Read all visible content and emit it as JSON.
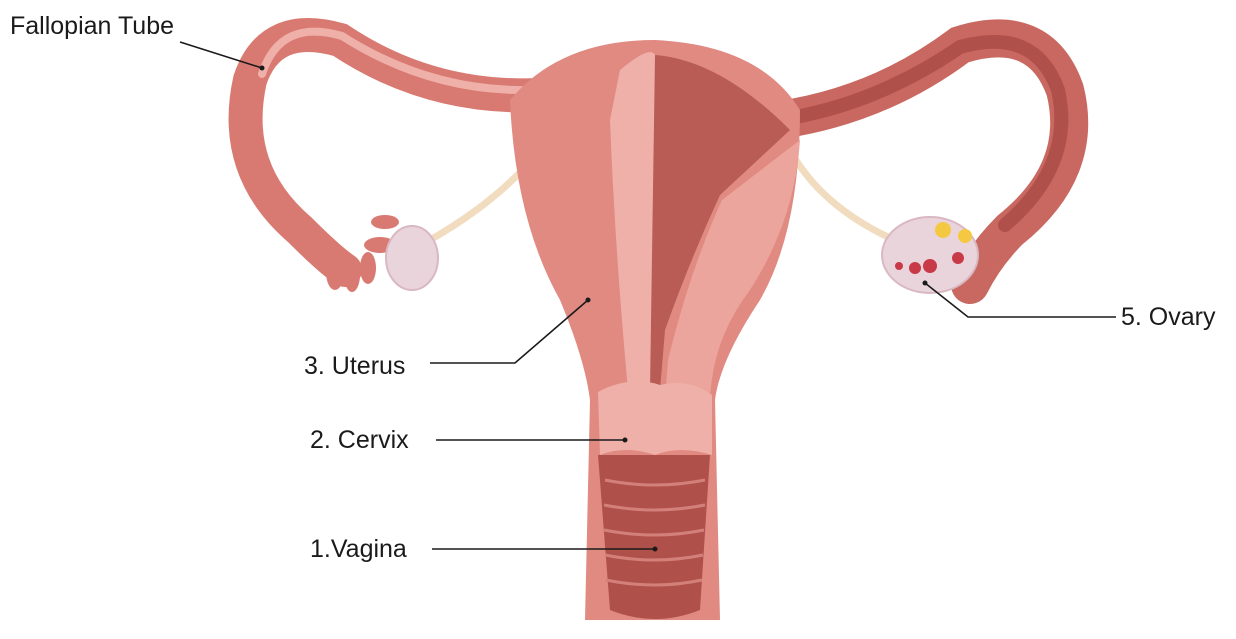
{
  "labels": {
    "fallopian_tube": "Fallopian Tube",
    "uterus": "3. Uterus",
    "cervix": "2. Cervix",
    "vagina": "1.Vagina",
    "ovary": "5. Ovary"
  },
  "colors": {
    "background": "#ffffff",
    "tissue": "#e08a82",
    "tissue_light": "#eeb0a8",
    "tissue_dark": "#b8584f",
    "cavity": "#b85c55",
    "ligament": "#f2dcc0",
    "ovary": "#ead4dc",
    "leader_line": "#1a1a1a"
  }
}
